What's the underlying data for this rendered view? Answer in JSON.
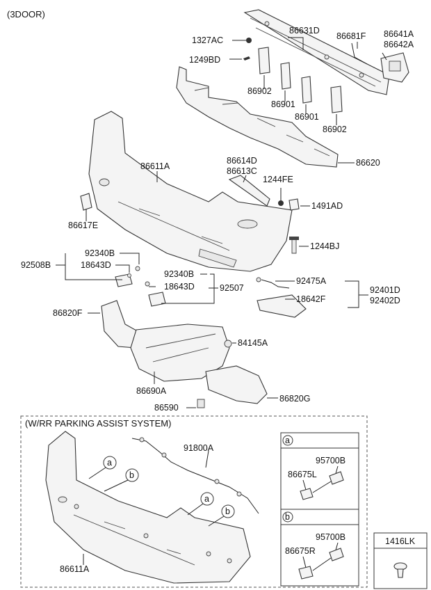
{
  "header": {
    "variant": "(3DOOR)"
  },
  "parts": {
    "p86631D": "86631D",
    "p1327AC": "1327AC",
    "p1249BD": "1249BD",
    "p86681F": "86681F",
    "p86641A": "86641A",
    "p86642A": "86642A",
    "p86902a": "86902",
    "p86901a": "86901",
    "p86901b": "86901",
    "p86902b": "86902",
    "p86620": "86620",
    "p86611A": "86611A",
    "p86614D": "86614D",
    "p86613C": "86613C",
    "p1244FE": "1244FE",
    "p1491AD": "1491AD",
    "p86617E": "86617E",
    "p1244BJ": "1244BJ",
    "p92340Ba": "92340B",
    "p18643Da": "18643D",
    "p92508B": "92508B",
    "p92340Bb": "92340B",
    "p18643Db": "18643D",
    "p92507": "92507",
    "p92475A": "92475A",
    "p92401D": "92401D",
    "p92402D": "92402D",
    "p18642F": "18642F",
    "p86820F": "86820F",
    "p84145A": "84145A",
    "p86690A": "86690A",
    "p86820G": "86820G",
    "p86590": "86590"
  },
  "parking_section": {
    "title": "(W/RR PARKING ASSIST SYSTEM)",
    "p91800A": "91800A",
    "p86611A": "86611A",
    "callout_a1": "a",
    "callout_b1": "b",
    "callout_a2": "a",
    "callout_b2": "b"
  },
  "detail_a": {
    "letter": "a",
    "p95700B": "95700B",
    "p86675L": "86675L"
  },
  "detail_b": {
    "letter": "b",
    "p95700B": "95700B",
    "p86675R": "86675R"
  },
  "fastener_box": {
    "p1416LK": "1416LK"
  }
}
